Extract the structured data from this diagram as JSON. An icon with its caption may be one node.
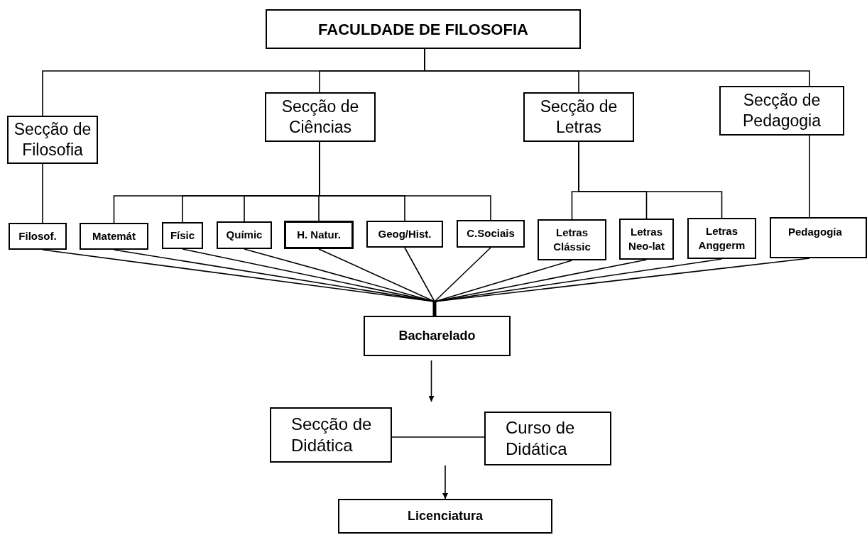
{
  "diagram": {
    "nodes": [
      {
        "text": [
          "FACULDADE DE FILOSOFIA"
        ]
      },
      {
        "text": [
          "Secção de Filosofia"
        ]
      },
      {
        "text": [
          "Secção de Ciências"
        ]
      },
      {
        "text": [
          "Secção de Letras"
        ]
      },
      {
        "text": [
          "Secção de Pedagogia"
        ]
      },
      {
        "text": [
          "Filosof."
        ]
      },
      {
        "text": [
          "Matemát"
        ]
      },
      {
        "text": [
          "Físic"
        ]
      },
      {
        "text": [
          "Químic"
        ]
      },
      {
        "text": [
          "H. Natur."
        ]
      },
      {
        "text": [
          "Geog/Hist."
        ]
      },
      {
        "text": [
          "C.Sociais"
        ]
      },
      {
        "text": [
          "Letras Clássic"
        ]
      },
      {
        "text": [
          "Letras Neo-lat"
        ]
      },
      {
        "text": [
          "Letras Anggerm"
        ]
      },
      {
        "text": [
          "Pedagogia"
        ]
      },
      {
        "text": [
          "Bacharelado"
        ]
      },
      {
        "text": [
          "Secção de Didática"
        ]
      },
      {
        "text": [
          "Curso de Didática"
        ]
      },
      {
        "text": [
          "Licenciatura"
        ]
      }
    ],
    "edges": [
      {
        "from": 0,
        "to": 1,
        "arrow": "none"
      },
      {
        "from": 0,
        "to": 2,
        "arrow": "none"
      },
      {
        "from": 0,
        "to": 3,
        "arrow": "none"
      },
      {
        "from": 0,
        "to": 4,
        "arrow": "none"
      },
      {
        "from": 1,
        "to": 5,
        "arrow": "none"
      },
      {
        "from": 2,
        "to": 6,
        "arrow": "none"
      },
      {
        "from": 2,
        "to": 7,
        "arrow": "none"
      },
      {
        "from": 2,
        "to": 8,
        "arrow": "none"
      },
      {
        "from": 2,
        "to": 9,
        "arrow": "none"
      },
      {
        "from": 2,
        "to": 10,
        "arrow": "none"
      },
      {
        "from": 2,
        "to": 11,
        "arrow": "none"
      },
      {
        "from": 3,
        "to": 12,
        "arrow": "none"
      },
      {
        "from": 3,
        "to": 13,
        "arrow": "none"
      },
      {
        "from": 3,
        "to": 14,
        "arrow": "none"
      },
      {
        "from": 4,
        "to": 15,
        "arrow": "none"
      },
      {
        "from": 5,
        "to": 16,
        "arrow": "none"
      },
      {
        "from": 6,
        "to": 16,
        "arrow": "none"
      },
      {
        "from": 7,
        "to": 16,
        "arrow": "none"
      },
      {
        "from": 8,
        "to": 16,
        "arrow": "none"
      },
      {
        "from": 9,
        "to": 16,
        "arrow": "none"
      },
      {
        "from": 10,
        "to": 16,
        "arrow": "none"
      },
      {
        "from": 11,
        "to": 16,
        "arrow": "none"
      },
      {
        "from": 12,
        "to": 16,
        "arrow": "none"
      },
      {
        "from": 13,
        "to": 16,
        "arrow": "none"
      },
      {
        "from": 14,
        "to": 16,
        "arrow": "none"
      },
      {
        "from": 15,
        "to": 16,
        "arrow": "none"
      },
      {
        "from": 16,
        "to": null,
        "arrow": "to"
      },
      {
        "from": 17,
        "to": 18,
        "arrow": "none"
      },
      {
        "from": null,
        "to": 19,
        "arrow": "to"
      }
    ]
  }
}
